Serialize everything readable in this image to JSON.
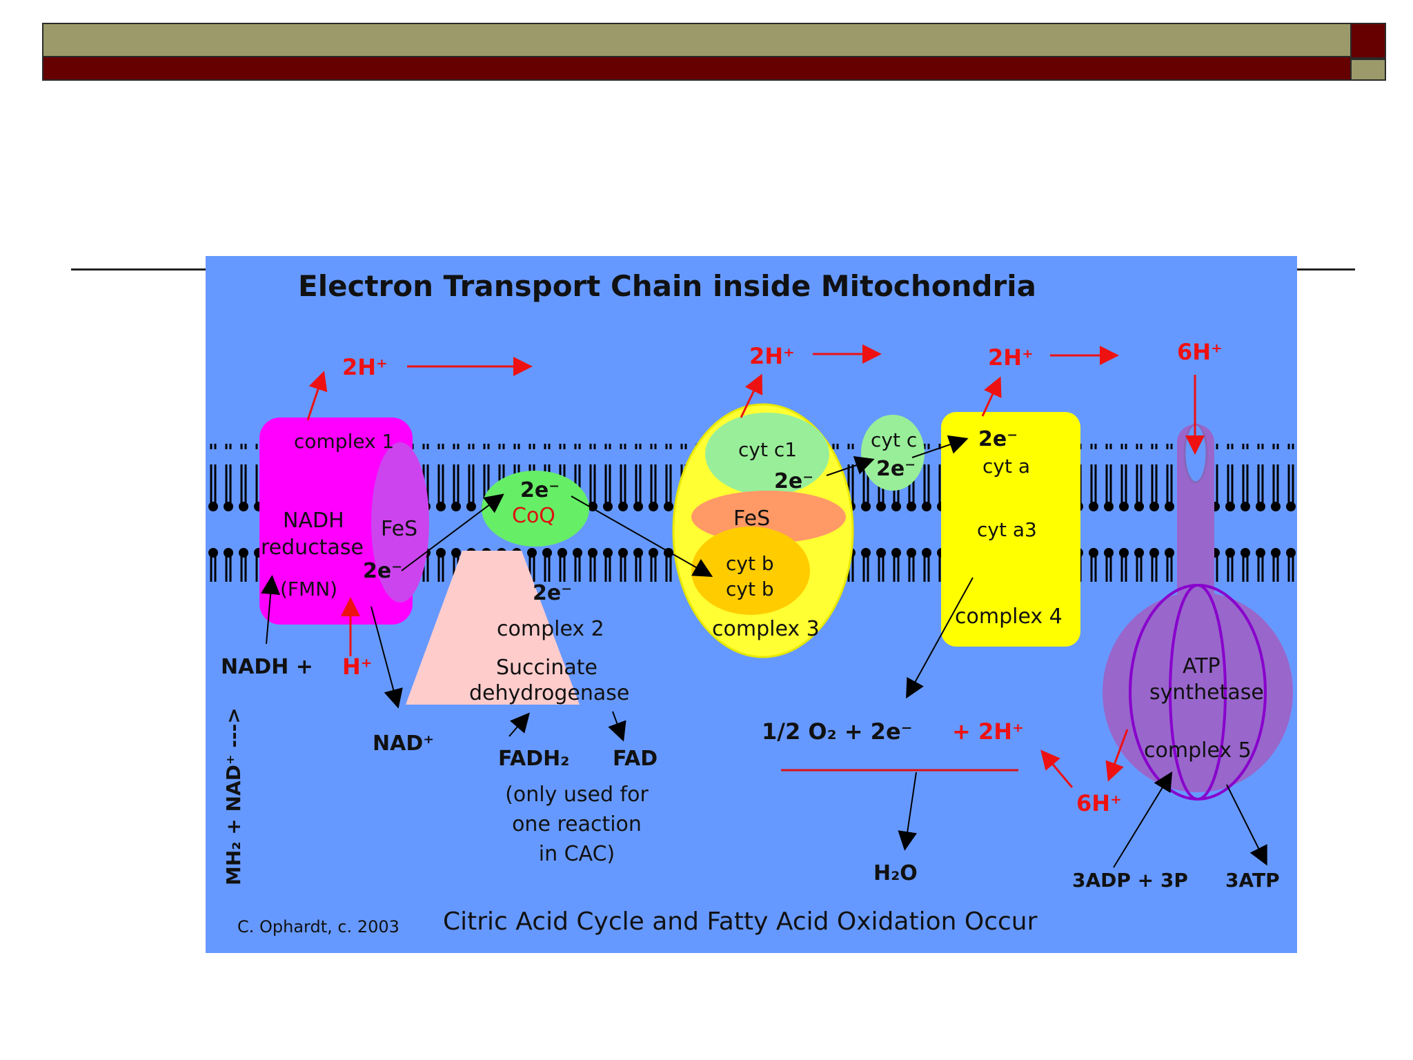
{
  "slide": {
    "title_bar_colors": {
      "olive": "#9c9a6a",
      "maroon": "#660000"
    }
  },
  "diagram": {
    "title": "Electron Transport Chain inside Mitochondria",
    "credit": "C. Ophardt, c. 2003",
    "bottom_caption": "Citric Acid Cycle and Fatty Acid Oxidation Occur",
    "complex1": {
      "name": "complex 1",
      "line1": "NADH",
      "line2": "reductase",
      "line3": "(FMN)",
      "fes": "FeS",
      "electrons": "2e⁻"
    },
    "coq": {
      "electrons": "2e⁻",
      "name": "CoQ"
    },
    "complex2": {
      "electrons": "2e⁻",
      "name": "complex 2",
      "line1": "Succinate",
      "line2": "dehydrogenase"
    },
    "complex3": {
      "cyt_c1": "cyt c1",
      "electrons": "2e⁻",
      "fes": "FeS",
      "cyt_b1": "cyt b",
      "cyt_b2": "cyt b",
      "name": "complex 3"
    },
    "cyt_c": {
      "name": "cyt c",
      "electrons": "2e⁻"
    },
    "complex4": {
      "electrons": "2e⁻",
      "cyt_a": "cyt a",
      "cyt_a3": "cyt a3",
      "name": "complex 4"
    },
    "complex5": {
      "line1": "ATP",
      "line2": "synthetase",
      "name": "complex 5"
    },
    "protons": {
      "c1": "2H⁺",
      "c3": "2H⁺",
      "c4": "2H⁺",
      "c5_top": "6H⁺",
      "c5_bottom": "6H⁺",
      "nadh_h": "H⁺"
    },
    "reactions": {
      "nadh": "NADH +",
      "nad": "NAD⁺",
      "side": "MH₂ + NAD⁺ --->",
      "fadh2": "FADH₂",
      "fad": "FAD",
      "fad_note1": "(only used for",
      "fad_note2": "one reaction",
      "fad_note3": "in CAC)",
      "oxygen": "1/2 O₂ + 2e⁻",
      "oxygen_h": "+ 2H⁺",
      "water": "H₂O",
      "adp": "3ADP + 3P",
      "atp": "3ATP"
    },
    "colors": {
      "background": "#6699ff",
      "complex1": "#ff00ff",
      "complex1_fes": "#cc44ee",
      "coq": "#66ee66",
      "complex2": "#ffcccc",
      "complex3": "#ffff33",
      "cyt_c1": "#99ee99",
      "fes3": "#ff9966",
      "cyt_b": "#ffcc00",
      "complex4": "#ffff00",
      "complex5": "#9966cc",
      "proton_red": "#ee1111"
    }
  }
}
